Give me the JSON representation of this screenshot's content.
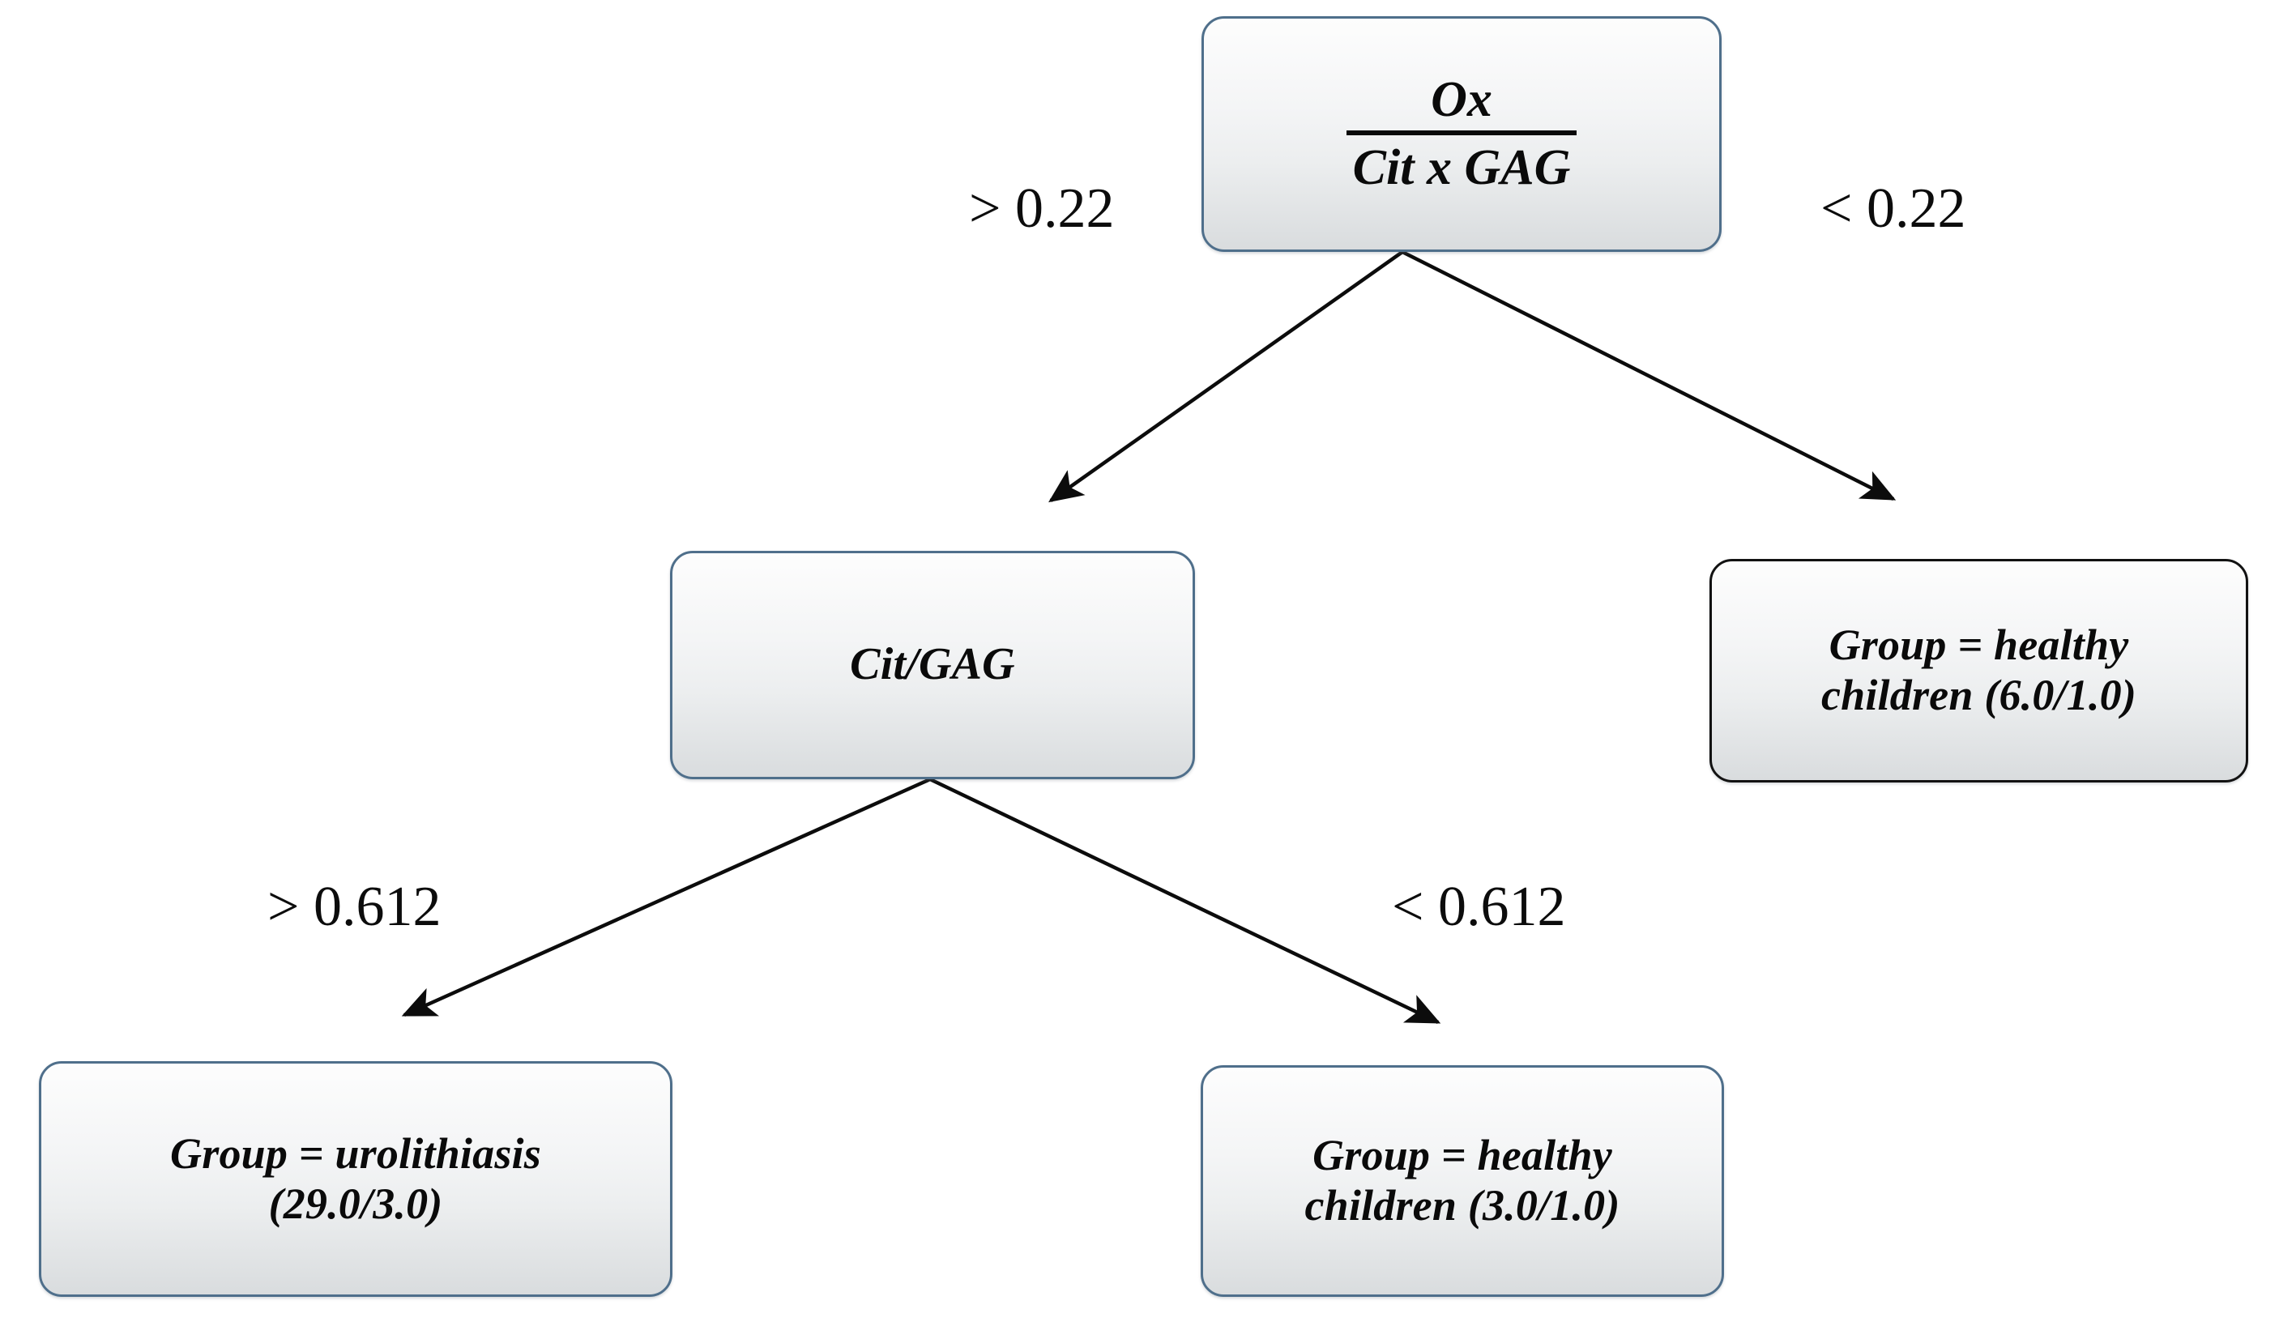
{
  "diagram": {
    "type": "decision-tree",
    "background_color": "#ffffff",
    "node_border_blue": "#4f6f8b",
    "node_border_dark": "#121212",
    "edge_color": "#0c0c0c",
    "nodes": [
      {
        "id": "root",
        "kind": "decision",
        "label_numerator": "Ox",
        "label_denominator": "Cit x GAG",
        "border": "blue"
      },
      {
        "id": "cit-gag",
        "kind": "decision",
        "label": "Cit/GAG",
        "border": "blue"
      },
      {
        "id": "leaf-healthy-6",
        "kind": "leaf",
        "line1": "Group = healthy",
        "line2": "children (6.0/1.0)",
        "border": "dark"
      },
      {
        "id": "leaf-urolithiasis",
        "kind": "leaf",
        "line1": "Group = urolithiasis",
        "line2": "(29.0/3.0)",
        "border": "blue"
      },
      {
        "id": "leaf-healthy-3",
        "kind": "leaf",
        "line1": "Group = healthy",
        "line2": "children (3.0/1.0)",
        "border": "blue"
      }
    ],
    "edges": [
      {
        "id": "root-left",
        "from": "root",
        "to": "cit-gag",
        "label": "> 0.22"
      },
      {
        "id": "root-right",
        "from": "root",
        "to": "leaf-healthy-6",
        "label": "< 0.22"
      },
      {
        "id": "citgag-left",
        "from": "cit-gag",
        "to": "leaf-urolithiasis",
        "label": "> 0.612"
      },
      {
        "id": "citgag-right",
        "from": "cit-gag",
        "to": "leaf-healthy-3",
        "label": "< 0.612"
      }
    ]
  },
  "chart_data": {
    "type": "table",
    "title": "",
    "rows": [
      {
        "split_variable": "Ox/(Cit x GAG)",
        "condition": "> 0.22",
        "goes_to": "Cit/GAG"
      },
      {
        "split_variable": "Ox/(Cit x GAG)",
        "condition": "< 0.22",
        "goes_to": "Group = healthy children (6.0/1.0)"
      },
      {
        "split_variable": "Cit/GAG",
        "condition": "> 0.612",
        "goes_to": "Group = urolithiasis (29.0/3.0)"
      },
      {
        "split_variable": "Cit/GAG",
        "condition": "< 0.612",
        "goes_to": "Group = healthy children (3.0/1.0)"
      }
    ]
  }
}
